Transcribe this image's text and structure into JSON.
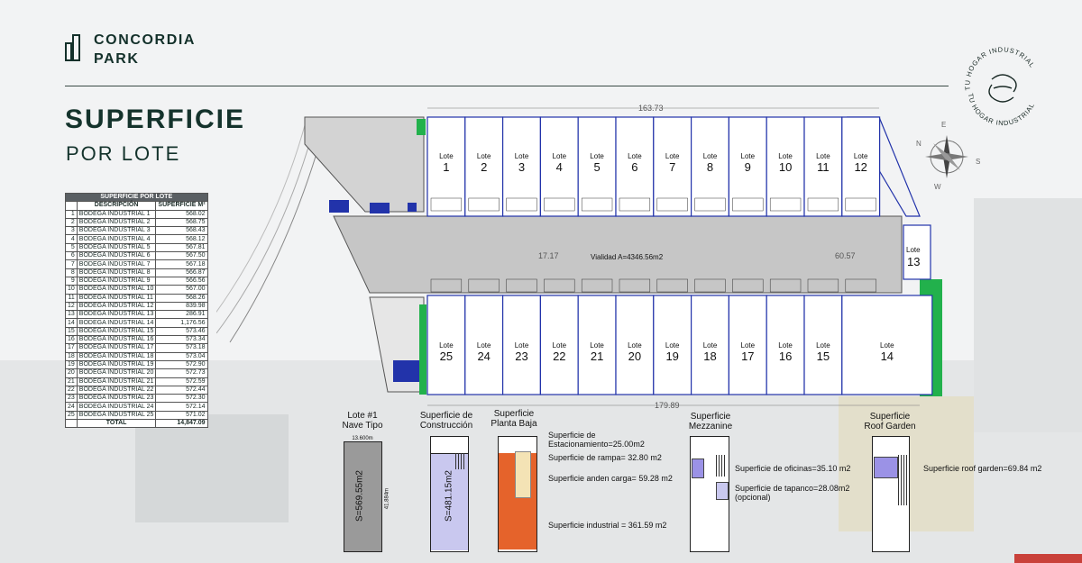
{
  "brand": {
    "name_line1": "CONCORDIA",
    "name_line2": "PARK",
    "badge_text": "TU HOGAR INDUSTRIAL"
  },
  "heading": {
    "title": "SUPERFICIE",
    "subtitle": "POR LOTE"
  },
  "table": {
    "title": "SUPERFICIE POR LOTE",
    "col_desc": "DESCRIPCIÓN",
    "col_area": "SUPERFICIE M²",
    "rows": [
      {
        "n": "1",
        "desc": "BODEGA INDUSTRIAL 1",
        "area": "568.02"
      },
      {
        "n": "2",
        "desc": "BODEGA INDUSTRIAL 2",
        "area": "568.75"
      },
      {
        "n": "3",
        "desc": "BODEGA INDUSTRIAL 3",
        "area": "568.43"
      },
      {
        "n": "4",
        "desc": "BODEGA INDUSTRIAL 4",
        "area": "568.12"
      },
      {
        "n": "5",
        "desc": "BODEGA INDUSTRIAL 5",
        "area": "567.81"
      },
      {
        "n": "6",
        "desc": "BODEGA INDUSTRIAL 6",
        "area": "567.50"
      },
      {
        "n": "7",
        "desc": "BODEGA INDUSTRIAL 7",
        "area": "567.18"
      },
      {
        "n": "8",
        "desc": "BODEGA INDUSTRIAL 8",
        "area": "566.87"
      },
      {
        "n": "9",
        "desc": "BODEGA INDUSTRIAL 9",
        "area": "566.56"
      },
      {
        "n": "10",
        "desc": "BODEGA INDUSTRIAL 10",
        "area": "567.00"
      },
      {
        "n": "11",
        "desc": "BODEGA INDUSTRIAL 11",
        "area": "568.26"
      },
      {
        "n": "12",
        "desc": "BODEGA INDUSTRIAL 12",
        "area": "839.98"
      },
      {
        "n": "13",
        "desc": "BODEGA INDUSTRIAL 13",
        "area": "286.91"
      },
      {
        "n": "14",
        "desc": "BODEGA INDUSTRIAL 14",
        "area": "1,176.56"
      },
      {
        "n": "15",
        "desc": "BODEGA INDUSTRIAL 15",
        "area": "573.46"
      },
      {
        "n": "16",
        "desc": "BODEGA INDUSTRIAL 16",
        "area": "573.34"
      },
      {
        "n": "17",
        "desc": "BODEGA INDUSTRIAL 17",
        "area": "573.18"
      },
      {
        "n": "18",
        "desc": "BODEGA INDUSTRIAL 18",
        "area": "573.04"
      },
      {
        "n": "19",
        "desc": "BODEGA INDUSTRIAL 19",
        "area": "572.90"
      },
      {
        "n": "20",
        "desc": "BODEGA INDUSTRIAL 20",
        "area": "572.73"
      },
      {
        "n": "21",
        "desc": "BODEGA INDUSTRIAL 21",
        "area": "572.59"
      },
      {
        "n": "22",
        "desc": "BODEGA INDUSTRIAL 22",
        "area": "572.44"
      },
      {
        "n": "23",
        "desc": "BODEGA INDUSTRIAL 23",
        "area": "572.30"
      },
      {
        "n": "24",
        "desc": "BODEGA INDUSTRIAL 24",
        "area": "572.14"
      },
      {
        "n": "25",
        "desc": "BODEGA INDUSTRIAL 25",
        "area": "571.02"
      }
    ],
    "total_label": "TOTAL",
    "total_value": "14,847.09"
  },
  "plan": {
    "lot_word": "Lote",
    "dim_top": "163.73",
    "dim_bottom": "179.89",
    "dim_left": "17.17",
    "dim_right": "60.57",
    "road_label": "Vialidad A=4346.56m2",
    "top_lots": [
      "1",
      "2",
      "3",
      "4",
      "5",
      "6",
      "7",
      "8",
      "9",
      "10",
      "11",
      "12"
    ],
    "bottom_lots": [
      "25",
      "24",
      "23",
      "22",
      "21",
      "20",
      "19",
      "18",
      "17",
      "16",
      "15",
      "14"
    ],
    "lot13": "13"
  },
  "details": {
    "nave": {
      "title": "Lote #1\nNave Tipo",
      "dim_top": "13.600m",
      "dim_side": "41.884m",
      "area": "S=569.55m2"
    },
    "construccion": {
      "title": "Superficie de\nConstrucción",
      "area": "S=481.15m2"
    },
    "planta_baja": {
      "title": "Superficie\nPlanta Baja",
      "notes": [
        "Superficie de\nEstacionamiento=25.00m2",
        "Superficie de rampa= 32.80 m2",
        "Superficie anden carga= 59.28 m2",
        "Superficie industrial = 361.59 m2"
      ]
    },
    "mezzanine": {
      "title": "Superficie\nMezzanine",
      "notes": [
        "Superficie de oficinas=35.10 m2",
        "Superficie de tapanco=28.08m2\n(opcional)"
      ]
    },
    "roof": {
      "title": "Superficie\nRoof Garden",
      "notes": [
        "Superficie roof garden=69.84 m2"
      ]
    }
  },
  "colors": {
    "lot_line": "#2233aa",
    "green": "#22b14c",
    "orange": "#e5632b",
    "lavender": "#c9c8ef",
    "road": "#c6c6c6",
    "accent": "#c9413a"
  }
}
